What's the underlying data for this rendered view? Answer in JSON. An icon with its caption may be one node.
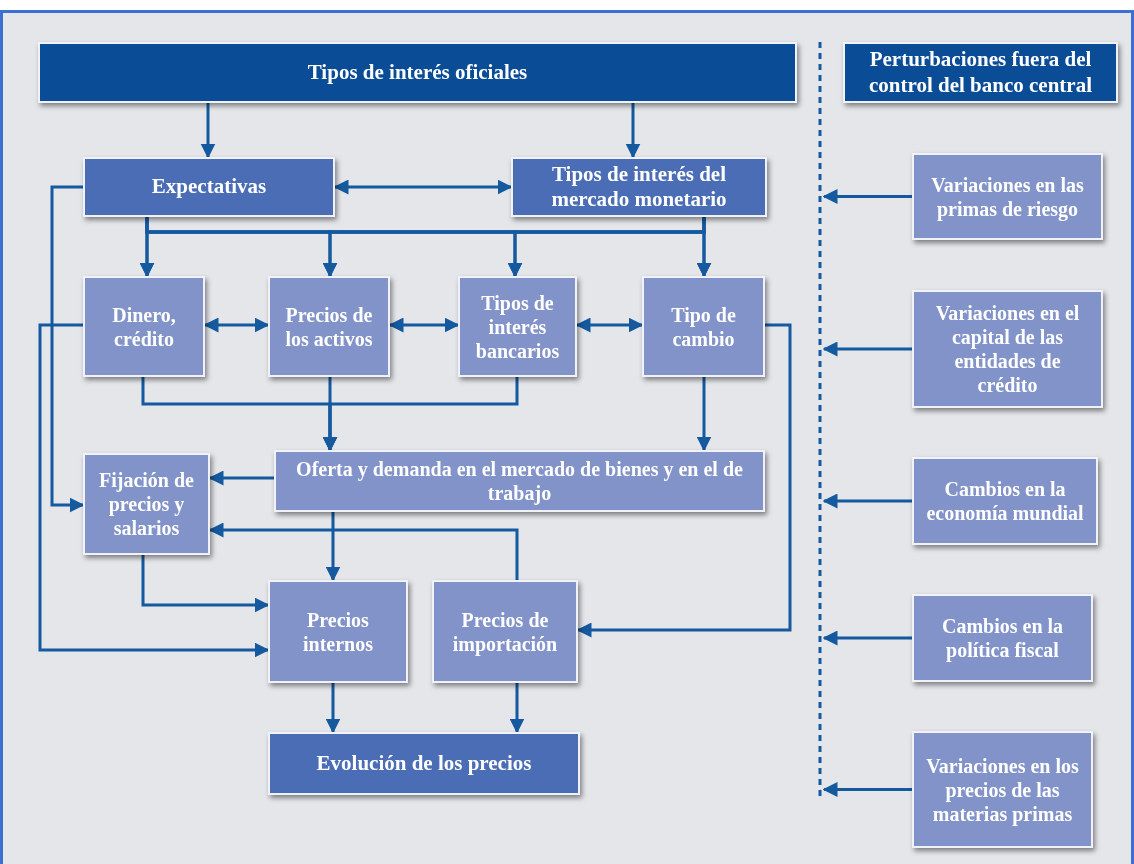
{
  "diagram": {
    "nodes": [
      {
        "text": [
          "Tipos de interés oficiales"
        ]
      },
      {
        "text": [
          "Expectativas"
        ]
      },
      {
        "text": [
          "Tipos de interés del mercado monetario"
        ]
      },
      {
        "text": [
          "Dinero, crédito"
        ]
      },
      {
        "text": [
          "Precios de los activos"
        ]
      },
      {
        "text": [
          "Tipos de interés bancarios"
        ]
      },
      {
        "text": [
          "Tipo de cambio"
        ]
      },
      {
        "text": [
          "Oferta y demanda en el mercado de bienes y en el de trabajo"
        ]
      },
      {
        "text": [
          "Fijación de precios y salarios"
        ]
      },
      {
        "text": [
          "Precios internos"
        ]
      },
      {
        "text": [
          "Precios de importación"
        ]
      },
      {
        "text": [
          "Evolución de los precios"
        ]
      },
      {
        "text": [
          "Perturbaciones fuera del control del banco central"
        ]
      },
      {
        "text": [
          "Variaciones en las primas de riesgo"
        ]
      },
      {
        "text": [
          "Variaciones en el capital de las entidades de crédito"
        ]
      },
      {
        "text": [
          "Cambios en la economía mundial"
        ]
      },
      {
        "text": [
          "Cambios en la política fiscal"
        ]
      },
      {
        "text": [
          "Variaciones en los precios de las materias primas"
        ]
      }
    ],
    "edges": [
      {
        "from": 0,
        "to": 1,
        "arrow": "to"
      },
      {
        "from": 0,
        "to": 2,
        "arrow": "to"
      },
      {
        "from": 1,
        "to": 2,
        "arrow": "both"
      },
      {
        "from": 1,
        "to": 3,
        "arrow": "to"
      },
      {
        "from": 1,
        "to": 4,
        "arrow": "to"
      },
      {
        "from": 1,
        "to": 5,
        "arrow": "to"
      },
      {
        "from": 1,
        "to": 6,
        "arrow": "to"
      },
      {
        "from": 2,
        "to": 3,
        "arrow": "to"
      },
      {
        "from": 2,
        "to": 4,
        "arrow": "to"
      },
      {
        "from": 2,
        "to": 5,
        "arrow": "to"
      },
      {
        "from": 2,
        "to": 6,
        "arrow": "to"
      },
      {
        "from": 3,
        "to": 4,
        "arrow": "both"
      },
      {
        "from": 4,
        "to": 5,
        "arrow": "both"
      },
      {
        "from": 5,
        "to": 6,
        "arrow": "both"
      },
      {
        "from": 3,
        "to": 7,
        "arrow": "to"
      },
      {
        "from": 4,
        "to": 7,
        "arrow": "to"
      },
      {
        "from": 5,
        "to": 7,
        "arrow": "to"
      },
      {
        "from": 6,
        "to": 7,
        "arrow": "to"
      },
      {
        "from": 7,
        "to": 8,
        "arrow": "to"
      },
      {
        "from": 1,
        "to": 8,
        "arrow": "to"
      },
      {
        "from": 3,
        "to": 9,
        "arrow": "to"
      },
      {
        "from": 8,
        "to": 9,
        "arrow": "to"
      },
      {
        "from": 7,
        "to": 9,
        "arrow": "to"
      },
      {
        "from": 10,
        "to": 8,
        "arrow": "to"
      },
      {
        "from": 6,
        "to": 10,
        "arrow": "to"
      },
      {
        "from": 9,
        "to": 11,
        "arrow": "to"
      },
      {
        "from": 10,
        "to": 11,
        "arrow": "to"
      },
      {
        "from": 13,
        "to": null,
        "arrow": "to"
      },
      {
        "from": 14,
        "to": null,
        "arrow": "to"
      },
      {
        "from": 15,
        "to": null,
        "arrow": "to"
      },
      {
        "from": 16,
        "to": null,
        "arrow": "to"
      },
      {
        "from": 17,
        "to": null,
        "arrow": "to"
      }
    ]
  }
}
